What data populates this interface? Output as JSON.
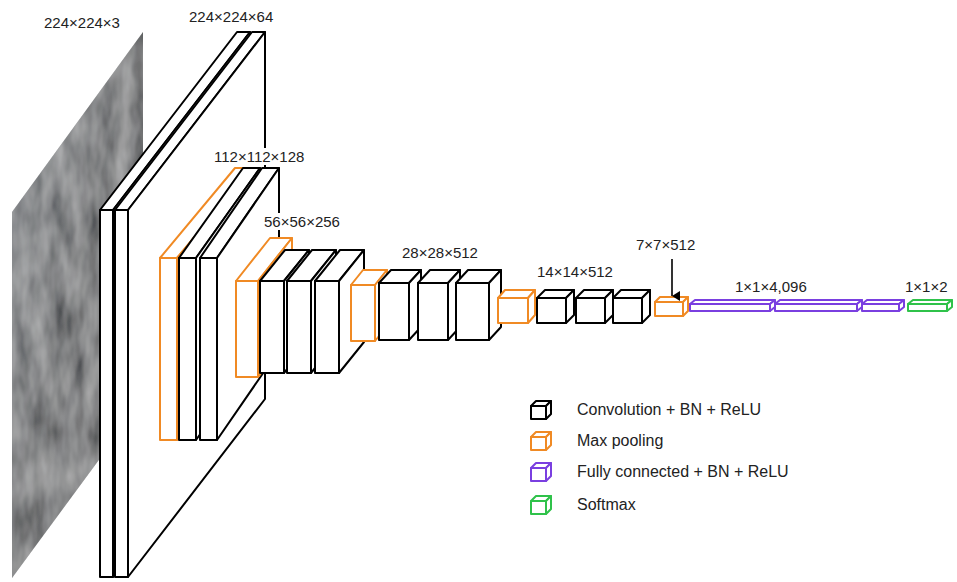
{
  "diagram": {
    "labels": [
      "224×224×3",
      "224×224×64",
      "112×112×128",
      "56×56×256",
      "28×28×512",
      "14×14×512",
      "7×7×512",
      "1×1×4,096",
      "1×1×2"
    ],
    "legend": [
      {
        "text": "Convolution + BN + ReLU",
        "color": "#000000"
      },
      {
        "text": "Max pooling",
        "color": "#f08a24"
      },
      {
        "text": "Fully connected + BN + ReLU",
        "color": "#7a3fe0"
      },
      {
        "text": "Softmax",
        "color": "#2fc24a"
      }
    ]
  }
}
